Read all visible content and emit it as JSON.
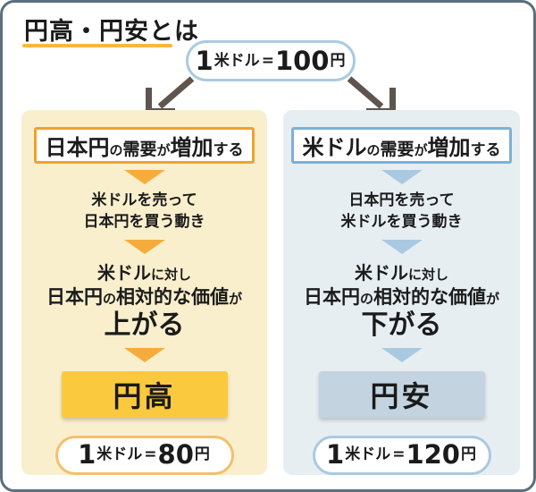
{
  "title": "円高・円安とは",
  "top_rate": {
    "num": "1",
    "unit_usd": "米ドル",
    "equals": "=",
    "value": "100",
    "unit_yen": "円"
  },
  "left_panel": {
    "header": {
      "subject": "日本円",
      "particle1": "の",
      "noun": "需要",
      "particle2": "が",
      "verb": "増加",
      "suffix": "する"
    },
    "flow": {
      "line1": "米ドルを売って",
      "line2": "日本円を買う動き"
    },
    "effect": {
      "line1_em": "米ドル",
      "line1_rest": "に対し",
      "line2_em1": "日本円",
      "line2_p1": "の",
      "line2_em2": "相対的な価値",
      "line2_p2": "が",
      "verdict": "上がる"
    },
    "outcome": "円高",
    "rate": {
      "num": "1",
      "unit_usd": "米ドル",
      "equals": "=",
      "value": "80",
      "unit_yen": "円"
    }
  },
  "right_panel": {
    "header": {
      "subject": "米ドル",
      "particle1": "の",
      "noun": "需要",
      "particle2": "が",
      "verb": "増加",
      "suffix": "する"
    },
    "flow": {
      "line1": "日本円を売って",
      "line2": "米ドルを買う動き"
    },
    "effect": {
      "line1_em": "米ドル",
      "line1_rest": "に対し",
      "line2_em1": "日本円",
      "line2_p1": "の",
      "line2_em2": "相対的な価値",
      "line2_p2": "が",
      "verdict": "下がる"
    },
    "outcome": "円安",
    "rate": {
      "num": "1",
      "unit_usd": "米ドル",
      "equals": "=",
      "value": "120",
      "unit_yen": "円"
    }
  },
  "colors": {
    "frame_border": "#5b6f7c",
    "title_underline": "#f8b840",
    "top_pill_border": "#a9cbe2",
    "diverge_arrow": "#5e554e",
    "left_panel_bg": "#faefcd",
    "left_accent": "#f0a12e",
    "left_triangle": "#f6ac3c",
    "outcome_high_bg": "#fbc93e",
    "left_pill_border": "#f3c06e",
    "right_panel_bg": "#e7eef2",
    "right_accent": "#7fb0d5",
    "right_triangle": "#a9c9e2",
    "outcome_low_bg": "#c3d4e0",
    "right_pill_border": "#a9c9e2",
    "text": "#1b1b1b"
  }
}
